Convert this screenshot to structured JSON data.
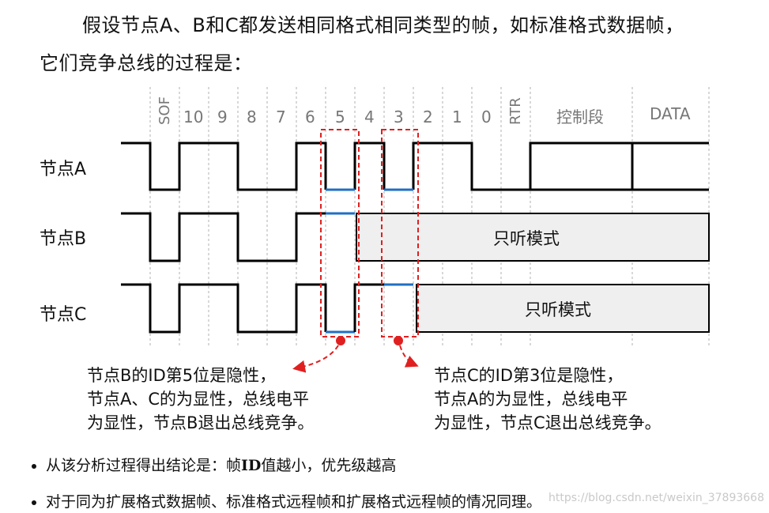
{
  "intro_line1": "假设节点A、B和C都发送相同格式相同类型的帧，如标准格式数据帧，",
  "intro_line2": "它们竞争总线的过程是：",
  "columns": {
    "sof": "SOF",
    "b10": "10",
    "b9": "9",
    "b8": "8",
    "b7": "7",
    "b6": "6",
    "b5": "5",
    "b4": "4",
    "b3": "3",
    "b2": "2",
    "b1": "1",
    "b0": "0",
    "rtr": "RTR",
    "ctrl": "控制段",
    "data": "DATA"
  },
  "nodes": {
    "a": "节点A",
    "b": "节点B",
    "c": "节点C"
  },
  "listen_b": "只听模式",
  "listen_c": "只听模式",
  "note_b": {
    "line1": "节点B的ID第5位是隐性，",
    "line2": "节点A、C的为显性，总线电平",
    "line3": "为显性，节点B退出总线竞争。"
  },
  "note_c": {
    "line1": "节点C的ID第3位是隐性，",
    "line2": "节点A的为显性，总线电平",
    "line3": "为显性，节点C退出总线竞争。"
  },
  "bullet1": {
    "before": "从该分析过程得出结论是：帧",
    "bold": "ID",
    "after": "值越小，优先级越高"
  },
  "bullet2": "对于同为扩展格式数据帧、标准格式远程帧和扩展格式远程帧的情况同理。",
  "watermark": "https://blog.csdn.net/weixin_37893668",
  "colors": {
    "signal": "#000000",
    "recessive_highlight": "#1f6fc5",
    "arbitration_box": "#e02020",
    "listen_fill": "#efefef",
    "grid": "#b0b0b0"
  }
}
